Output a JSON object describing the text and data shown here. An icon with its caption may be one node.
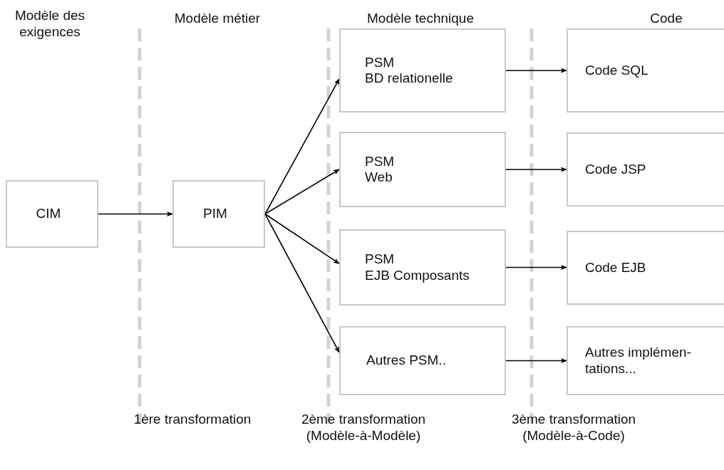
{
  "diagram": {
    "nodes": [
      {
        "text": [
          "CIM"
        ]
      },
      {
        "text": [
          "PIM"
        ]
      },
      {
        "text": [
          "PSM",
          "BD relationelle"
        ]
      },
      {
        "text": [
          "PSM",
          "Web"
        ]
      },
      {
        "text": [
          "PSM",
          "EJB Composants"
        ]
      },
      {
        "text": [
          "Autres PSM.."
        ]
      },
      {
        "text": [
          "Code SQL"
        ]
      },
      {
        "text": [
          "Code JSP"
        ]
      },
      {
        "text": [
          "Code EJB"
        ]
      },
      {
        "text": [
          "Autres implémen-tations..."
        ]
      }
    ],
    "edges": [
      {
        "from": 0,
        "to": 1,
        "arrow": "to"
      },
      {
        "from": 1,
        "to": 2,
        "arrow": "to"
      },
      {
        "from": 1,
        "to": 3,
        "arrow": "to"
      },
      {
        "from": 1,
        "to": 4,
        "arrow": "to"
      },
      {
        "from": 1,
        "to": 5,
        "arrow": "to"
      },
      {
        "from": 2,
        "to": 6,
        "arrow": "to"
      },
      {
        "from": 3,
        "to": 7,
        "arrow": "to"
      },
      {
        "from": 4,
        "to": 8,
        "arrow": "to"
      },
      {
        "from": 5,
        "to": 9,
        "arrow": "to"
      }
    ],
    "labels": [
      "Modèle des exigences",
      "Modèle métier",
      "Modèle technique",
      "Code",
      "1ère transformation",
      "2ème transformation (Modèle-à-Modèle)",
      "3ème transformation (Modèle-à-Code)"
    ]
  }
}
